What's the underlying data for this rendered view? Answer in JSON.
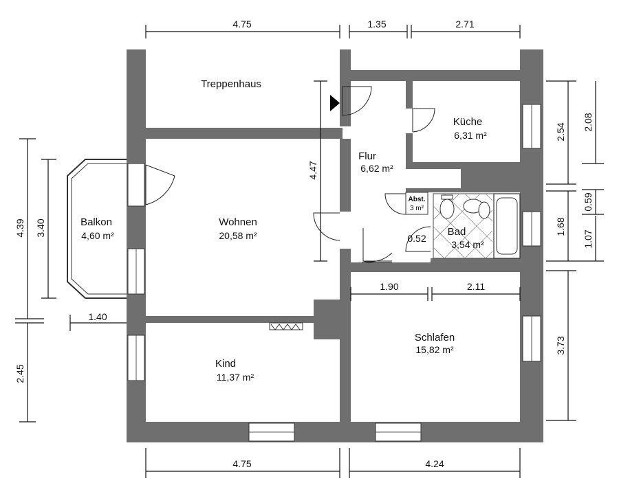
{
  "rooms": {
    "treppenhaus": "Treppenhaus",
    "kueche": {
      "name": "Küche",
      "area": "6,31 m²"
    },
    "flur": {
      "name": "Flur",
      "area": "6,62 m²"
    },
    "abst": {
      "name": "Abst.",
      "area": "3 m²"
    },
    "bad": {
      "name": "Bad",
      "area": "3,54 m²"
    },
    "balkon": {
      "name": "Balkon",
      "area": "4,60 m²"
    },
    "wohnen": {
      "name": "Wohnen",
      "area": "20,58 m²"
    },
    "kind": {
      "name": "Kind",
      "area": "11,37 m²"
    },
    "schlafen": {
      "name": "Schlafen",
      "area": "15,82 m²"
    }
  },
  "dimensions": {
    "top_left": "4.75",
    "top_mid": "1.35",
    "top_right": "2.71",
    "right_kueche_outer": "2.54",
    "right_kueche_inner": "2.08",
    "right_gap": "0.59",
    "right_bad_outer": "1.68",
    "right_bad_inner": "1.07",
    "right_schlafen": "3.73",
    "left_outer": "4.39",
    "left_balkon": "3.40",
    "left_lower": "2.45",
    "balkon_depth": "1.40",
    "wohnen_height": "4.47",
    "schlafen_left": "1.90",
    "schlafen_right": "2.11",
    "bad_small": "0.52",
    "bottom_left": "4.75",
    "bottom_right": "4.24"
  }
}
